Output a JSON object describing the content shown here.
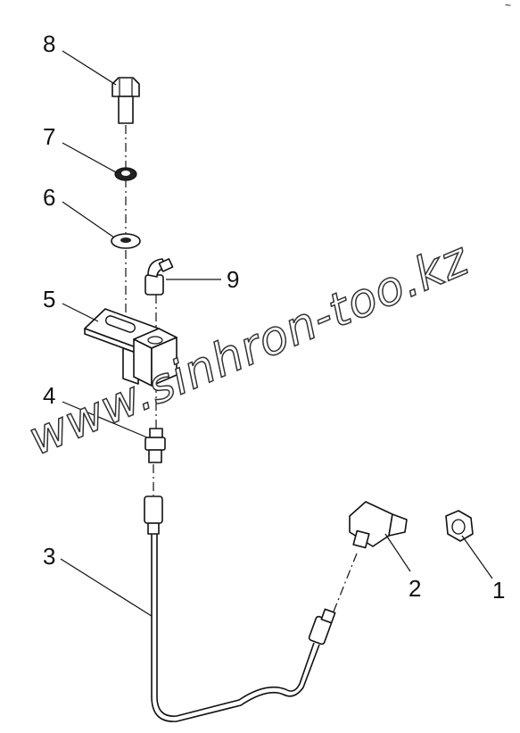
{
  "watermark": "www.sinhron-too.kz",
  "corner_mark": "~",
  "callouts": [
    "1",
    "2",
    "3",
    "4",
    "5",
    "6",
    "7",
    "8",
    "9"
  ],
  "parts": [
    {
      "id": "nut",
      "callout": "1"
    },
    {
      "id": "angle-fitting",
      "callout": "2"
    },
    {
      "id": "pipe",
      "callout": "3"
    },
    {
      "id": "straight-fitting",
      "callout": "4"
    },
    {
      "id": "bracket",
      "callout": "5"
    },
    {
      "id": "flat-washer",
      "callout": "6"
    },
    {
      "id": "lock-washer",
      "callout": "7"
    },
    {
      "id": "bolt",
      "callout": "8"
    },
    {
      "id": "elbow-fitting",
      "callout": "9"
    }
  ]
}
